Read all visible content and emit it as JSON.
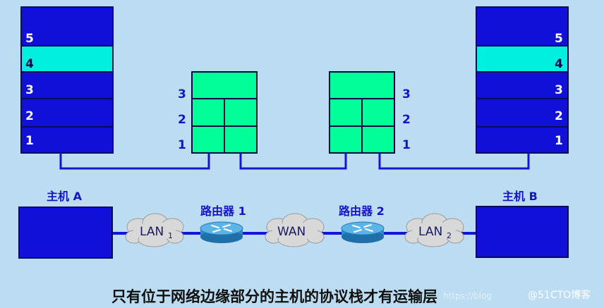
{
  "host_a": {
    "label": "主机 A",
    "layers": [
      "5",
      "4",
      "3",
      "2",
      "1"
    ]
  },
  "host_b": {
    "label": "主机 B",
    "layers": [
      "5",
      "4",
      "3",
      "2",
      "1"
    ]
  },
  "router1": {
    "label": "路由器 1",
    "layers": [
      "3",
      "2",
      "1"
    ]
  },
  "router2": {
    "label": "路由器 2",
    "layers": [
      "3",
      "2",
      "1"
    ]
  },
  "networks": {
    "lan1": {
      "text": "LAN",
      "sub": "1"
    },
    "wan": {
      "text": "WAN"
    },
    "lan2": {
      "text": "LAN",
      "sub": "2"
    }
  },
  "caption": "只有位于网络边缘部分的主机的协议栈才有运输层",
  "watermark": {
    "main": "@51CTO博客",
    "faint": "https://blog"
  },
  "colors": {
    "background": "#bcdcf1",
    "host_layer": "#1010d8",
    "transport_layer": "#00f0e0",
    "router_fill": "#00ff99",
    "link": "#1414d8"
  }
}
